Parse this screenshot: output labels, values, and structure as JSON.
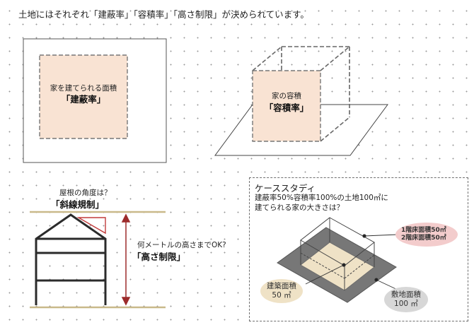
{
  "heading": "土地にはそれぞれ「建蔽率」「容積率」「高さ制限」が決められています。",
  "coverage": {
    "label": "家を建てられる面積",
    "term": "「建蔽率」"
  },
  "volume": {
    "label": "家の容積",
    "term": "「容積率」"
  },
  "roof": {
    "label": "屋根の角度は？",
    "term": "「斜線規制」"
  },
  "height": {
    "label": "何メートルの高さまでOK?",
    "term": "「高さ制限」"
  },
  "case_study": {
    "title": "ケーススタディ",
    "desc_line1": "建蔽率50%容積率100%の土地100㎡に",
    "desc_line2": "建てられる家の大きさは？",
    "floor_area_line1": "1階床面積50㎡",
    "floor_area_line2": "2階床面積50㎡",
    "building_area_label": "建築面積",
    "building_area_value": "50 ㎡",
    "site_area_label": "敷地面積",
    "site_area_value": "100 ㎡"
  },
  "colors": {
    "peach": "#f9e3d3",
    "tan_line": "#c9b98a",
    "beige_fill": "#efe2c6",
    "gray_site": "#777777",
    "red_arrow": "#9c2b2b",
    "pink_bubble": "#f3cccc",
    "gray_oval": "#d7d7d7"
  }
}
